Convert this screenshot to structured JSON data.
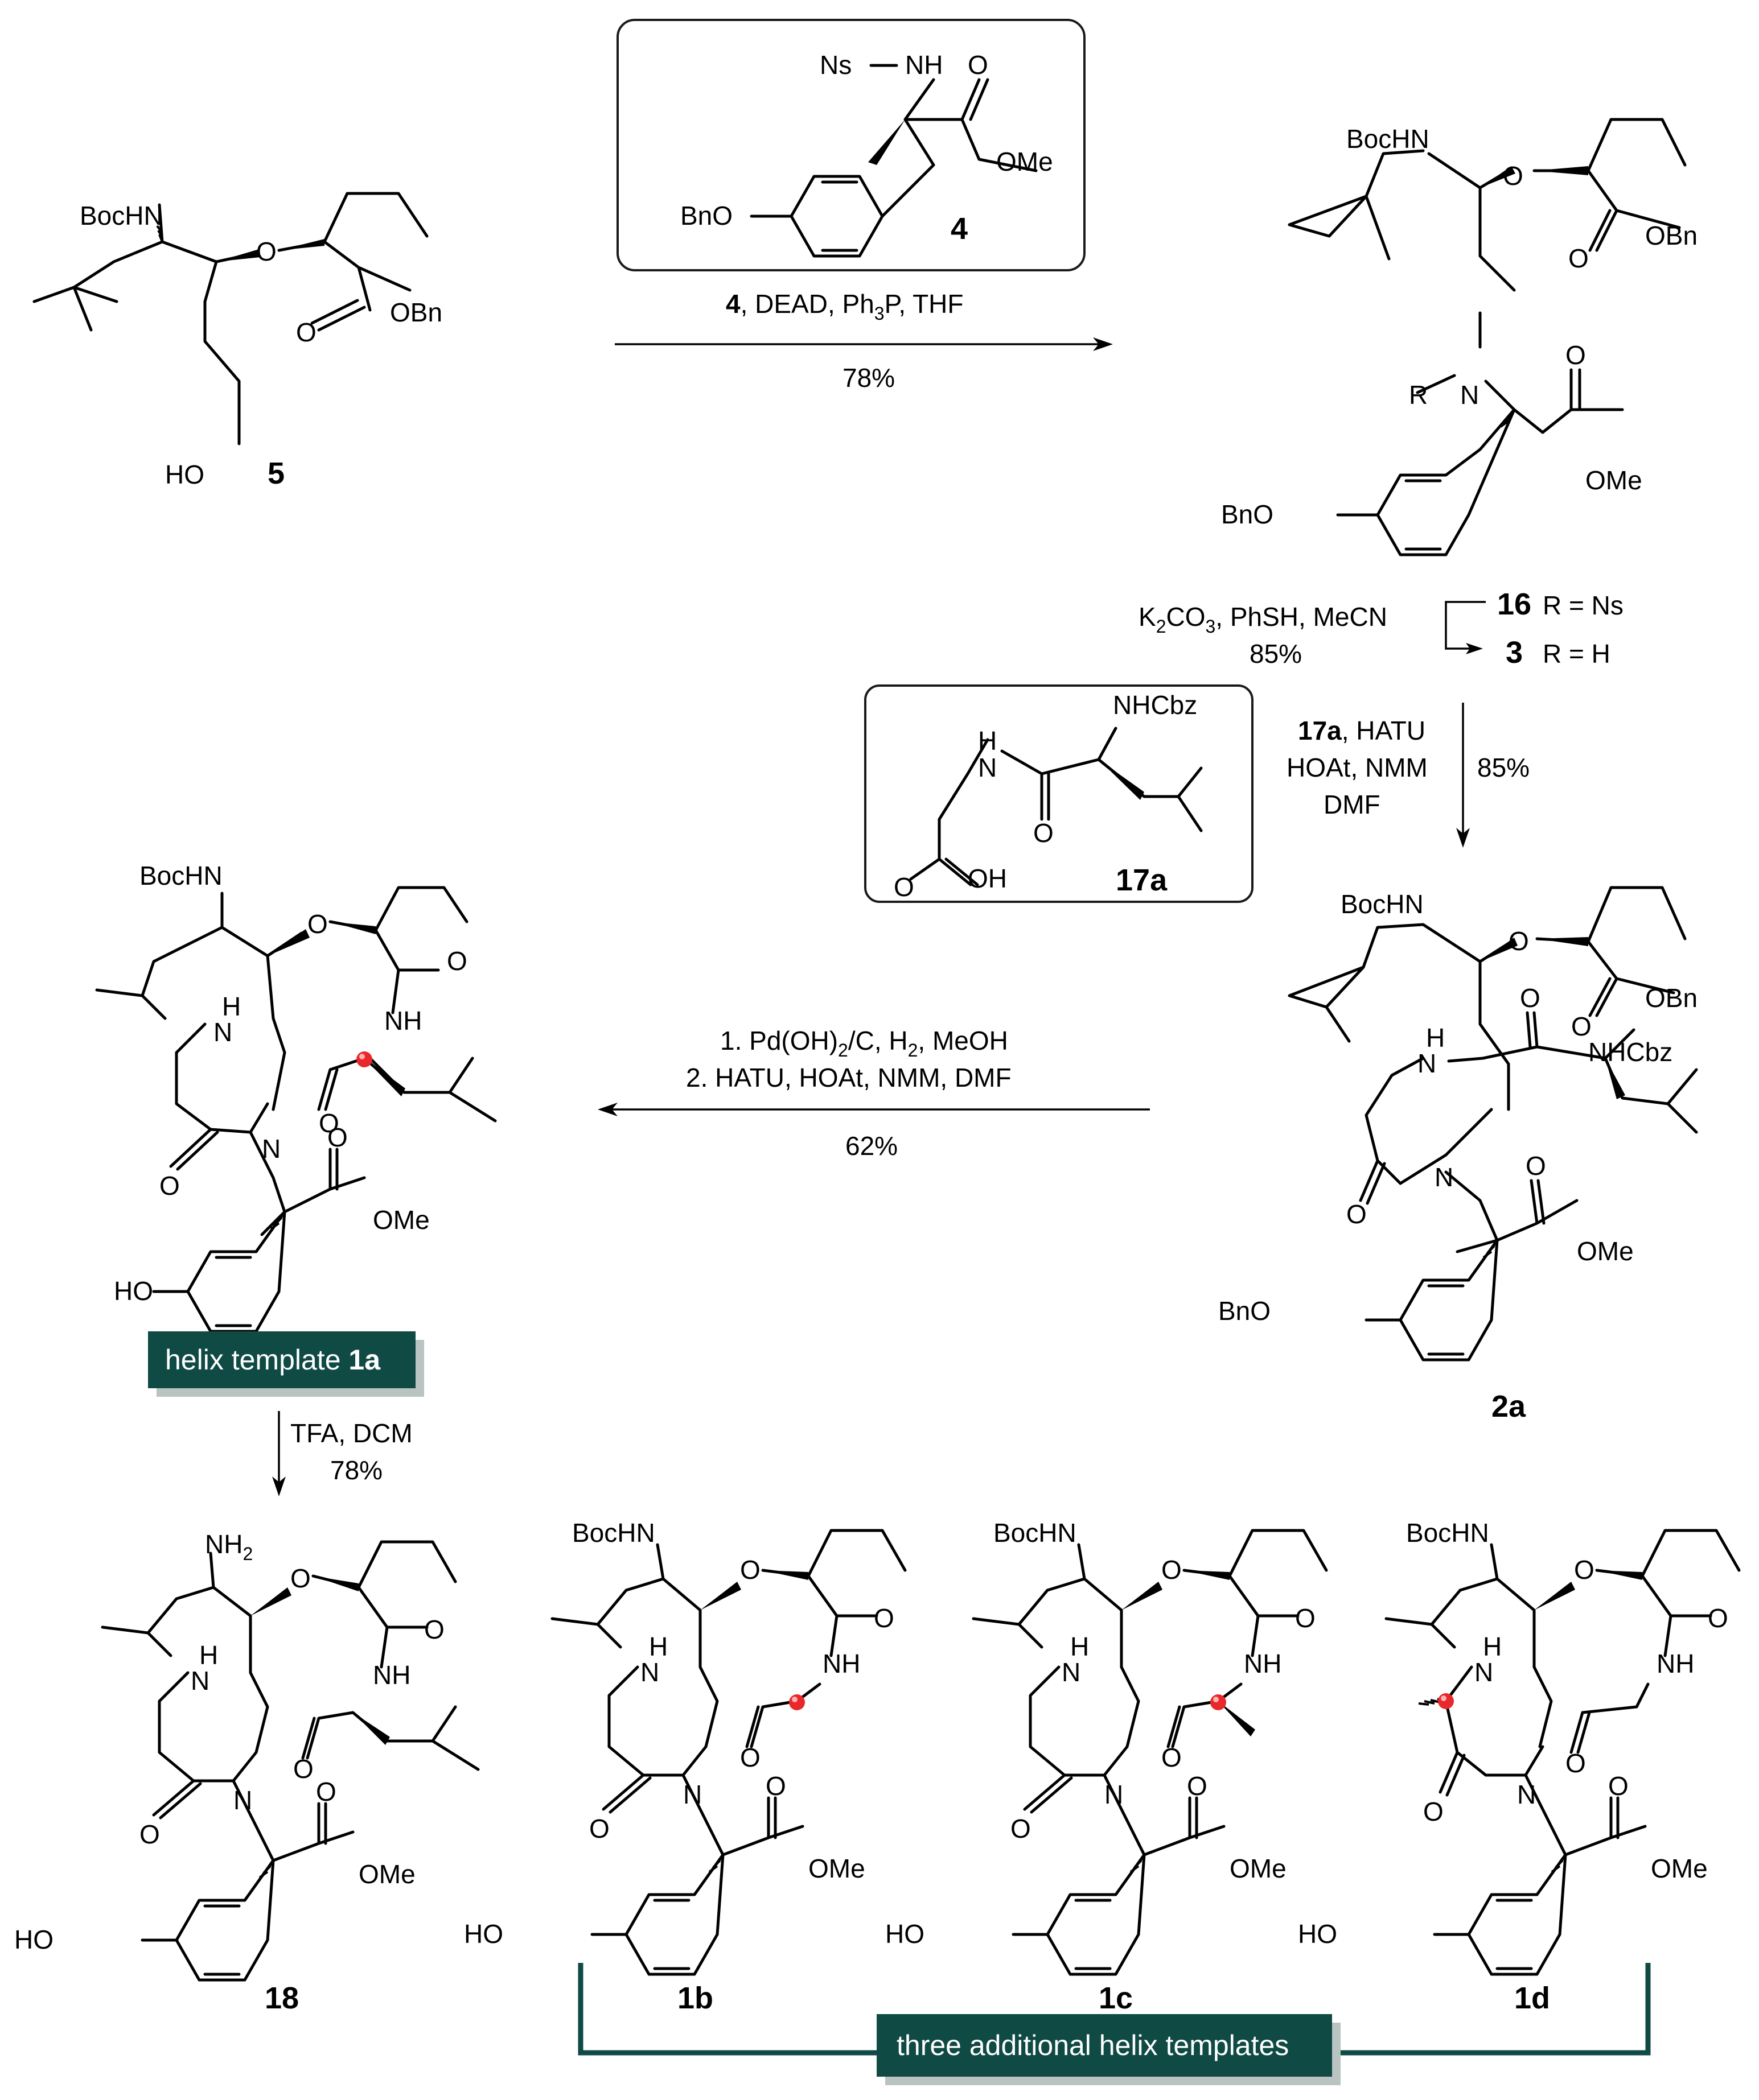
{
  "colors": {
    "tag_bg": "#0f4a44",
    "tag_text": "#ffffff",
    "marker": "#e8282a",
    "bracket": "#0f4a44"
  },
  "compounds": {
    "c5": "5",
    "c4": "4",
    "c16_3_top": "16",
    "c16_3_top_r": "R = Ns",
    "c16_3_bot": "3",
    "c16_3_bot_r": "R = H",
    "c17a": "17a",
    "c2a": "2a",
    "c18": "18",
    "c1b": "1b",
    "c1c": "1c",
    "c1d": "1d"
  },
  "labels": {
    "BocHN": "BocHN",
    "HO": "HO",
    "O": "O",
    "OBn": "OBn",
    "OMe": "OMe",
    "NH": "NH",
    "N": "N",
    "H": "H",
    "Ns": "Ns",
    "BnO": "BnO",
    "R": "R",
    "NHCbz": "NHCbz",
    "OH": "OH",
    "NH2": "NH",
    "NH2_sub": "2"
  },
  "steps": {
    "s1_a": "4",
    "s1_b": ", DEAD, Ph",
    "s1_sub": "3",
    "s1_c": "P,  THF",
    "s1_yield": "78%",
    "s2_a": "K",
    "s2_sub1": "2",
    "s2_b": "CO",
    "s2_sub2": "3",
    "s2_c": ", PhSH, MeCN",
    "s2_yield": "85%",
    "s3_a": "17a",
    "s3_b": ", HATU",
    "s3_line2": "HOAt, NMM",
    "s3_line3": "DMF",
    "s3_yield": "85%",
    "s4_1a": "1. Pd(OH)",
    "s4_1sub": "2",
    "s4_1b": "/C, H",
    "s4_1sub2": "2",
    "s4_1c": ", MeOH",
    "s4_2": "2. HATU,  HOAt, NMM, DMF",
    "s4_yield": "62%",
    "s5_line1": "TFA, DCM",
    "s5_yield": "78%"
  },
  "tags": {
    "helix_a": "helix template ",
    "helix_b": "1a",
    "additional": "three additional helix templates"
  }
}
